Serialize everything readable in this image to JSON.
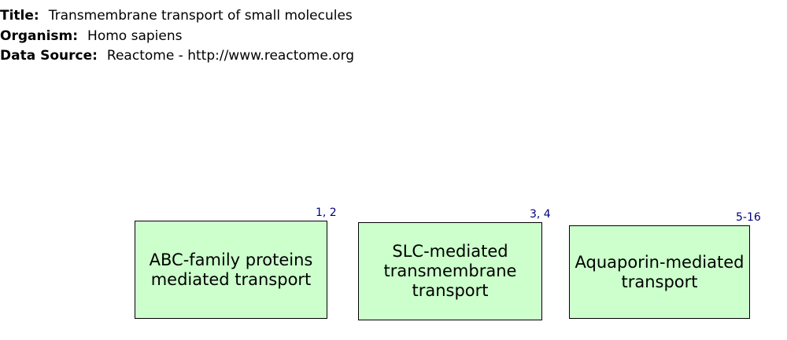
{
  "header": {
    "title_key": "Title:",
    "title_value": "Transmembrane transport of small molecules",
    "organism_key": "Organism:",
    "organism_value": "Homo sapiens",
    "source_key": "Data Source:",
    "source_value": "Reactome - http://www.reactome.org"
  },
  "colors": {
    "node_fill": "#ccffcc",
    "node_border": "#000000",
    "citation_text": "#000080"
  },
  "pathway_nodes": [
    {
      "label": "ABC-family proteins\nmediated transport",
      "citation": "1, 2"
    },
    {
      "label": "SLC-mediated\ntransmembrane\ntransport",
      "citation": "3, 4"
    },
    {
      "label": "Aquaporin-mediated\ntransport",
      "citation": "5-16"
    }
  ]
}
